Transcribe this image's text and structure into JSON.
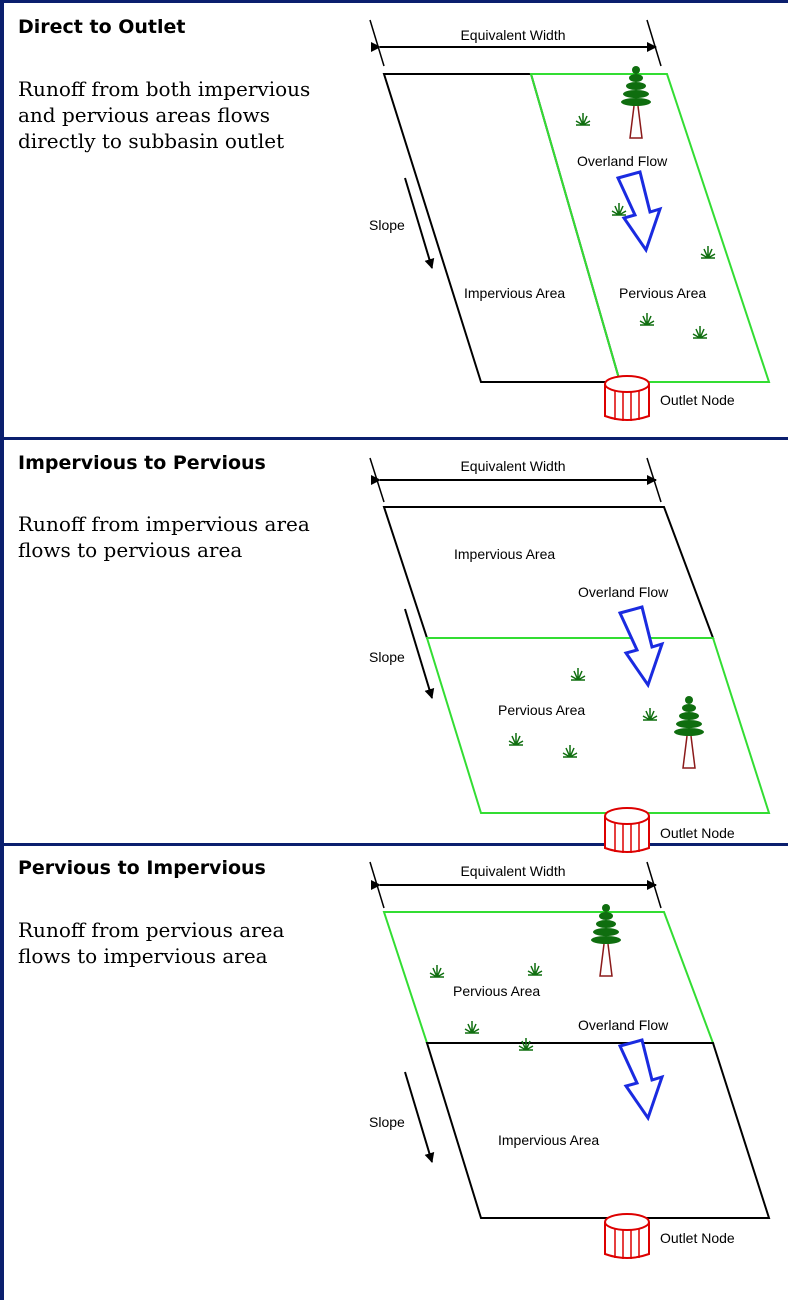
{
  "colors": {
    "frame": "#0b1f6e",
    "impervious_edge": "#000000",
    "pervious_edge": "#33dd33",
    "arrow": "#1a2be0",
    "tree": "#0f6e0f",
    "trunk": "#8b1a1a",
    "outlet": "#dd0000"
  },
  "icons": [
    "tree-icon",
    "grass-icon",
    "outlet-node-icon",
    "flow-arrow-icon",
    "slope-arrow-icon"
  ],
  "panels": [
    {
      "title": "Direct to Outlet",
      "description": "Runoff from both impervious and pervious areas flows directly to subbasin outlet",
      "labels": {
        "width": "Equivalent Width",
        "slope": "Slope",
        "impervious": "Impervious Area",
        "pervious": "Pervious Area",
        "flow": "Overland Flow",
        "outlet": "Outlet Node"
      }
    },
    {
      "title": "Impervious to Pervious",
      "description": "Runoff from impervious area flows to pervious area",
      "labels": {
        "width": "Equivalent Width",
        "slope": "Slope",
        "impervious": "Impervious Area",
        "pervious": "Pervious Area",
        "flow": "Overland Flow",
        "outlet": "Outlet Node"
      }
    },
    {
      "title": "Pervious to Impervious",
      "description": "Runoff from pervious area flows to impervious area",
      "labels": {
        "width": "Equivalent Width",
        "slope": "Slope",
        "impervious": "Impervious Area",
        "pervious": "Pervious Area",
        "flow": "Overland Flow",
        "outlet": "Outlet Node"
      }
    }
  ]
}
